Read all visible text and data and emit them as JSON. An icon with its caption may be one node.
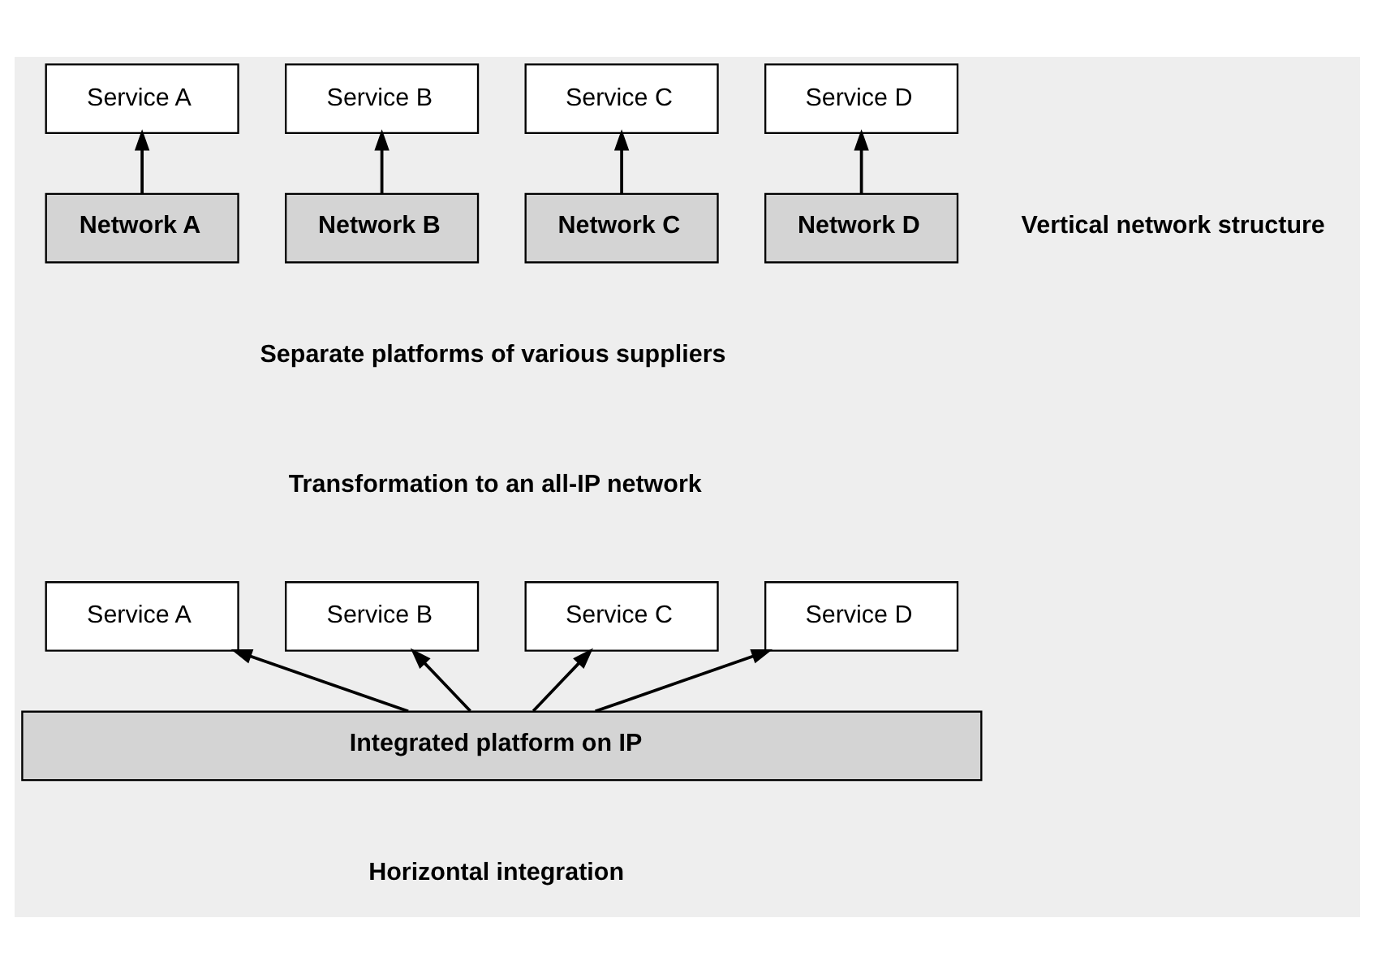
{
  "diagram": {
    "nodes": [
      {
        "text": [
          "Service A"
        ]
      },
      {
        "text": [
          "Service B"
        ]
      },
      {
        "text": [
          "Service C"
        ]
      },
      {
        "text": [
          "Service D"
        ]
      },
      {
        "text": [
          "Network A"
        ]
      },
      {
        "text": [
          "Network B"
        ]
      },
      {
        "text": [
          "Network C"
        ]
      },
      {
        "text": [
          "Network D"
        ]
      },
      {
        "text": [
          "Service A"
        ]
      },
      {
        "text": [
          "Service B"
        ]
      },
      {
        "text": [
          "Service C"
        ]
      },
      {
        "text": [
          "Service D"
        ]
      },
      {
        "text": [
          "Integrated platform on IP"
        ]
      }
    ],
    "edges": [
      {
        "from": 4,
        "to": 0,
        "arrow": "to"
      },
      {
        "from": 5,
        "to": 1,
        "arrow": "to"
      },
      {
        "from": 6,
        "to": 2,
        "arrow": "to"
      },
      {
        "from": 7,
        "to": 3,
        "arrow": "to"
      },
      {
        "from": 12,
        "to": 8,
        "arrow": "to"
      },
      {
        "from": 12,
        "to": 9,
        "arrow": "to"
      },
      {
        "from": 12,
        "to": 10,
        "arrow": "to"
      },
      {
        "from": 12,
        "to": 11,
        "arrow": "to"
      }
    ],
    "labels": [
      "Vertical network structure",
      "Separate platforms of various suppliers",
      "Transformation to an all-IP network",
      "Horizontal integration"
    ]
  }
}
